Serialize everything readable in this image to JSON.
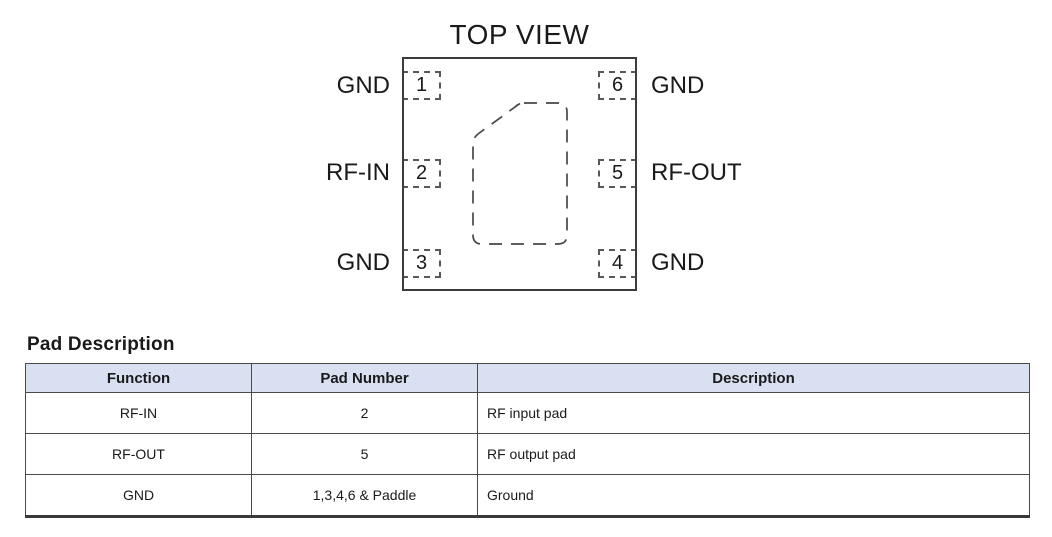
{
  "diagram": {
    "title": "TOP VIEW",
    "pads": [
      {
        "number": "1",
        "label": "GND",
        "side": "left"
      },
      {
        "number": "2",
        "label": "RF-IN",
        "side": "left"
      },
      {
        "number": "3",
        "label": "GND",
        "side": "left"
      },
      {
        "number": "4",
        "label": "GND",
        "side": "right"
      },
      {
        "number": "5",
        "label": "RF-OUT",
        "side": "right"
      },
      {
        "number": "6",
        "label": "GND",
        "side": "right"
      }
    ]
  },
  "table": {
    "title": "Pad Description",
    "headers": [
      "Function",
      "Pad Number",
      "Description"
    ],
    "rows": [
      {
        "function": "RF-IN",
        "pad_number": "2",
        "description": "RF input pad"
      },
      {
        "function": "RF-OUT",
        "pad_number": "5",
        "description": "RF output pad"
      },
      {
        "function": "GND",
        "pad_number": "1,3,4,6 & Paddle",
        "description": "Ground"
      }
    ]
  },
  "colors": {
    "table_header_bg": "#d9e0f1",
    "table_border": "#4a4a4a",
    "diagram_line": "#3c3c3c",
    "text": "#1a1a1a"
  }
}
